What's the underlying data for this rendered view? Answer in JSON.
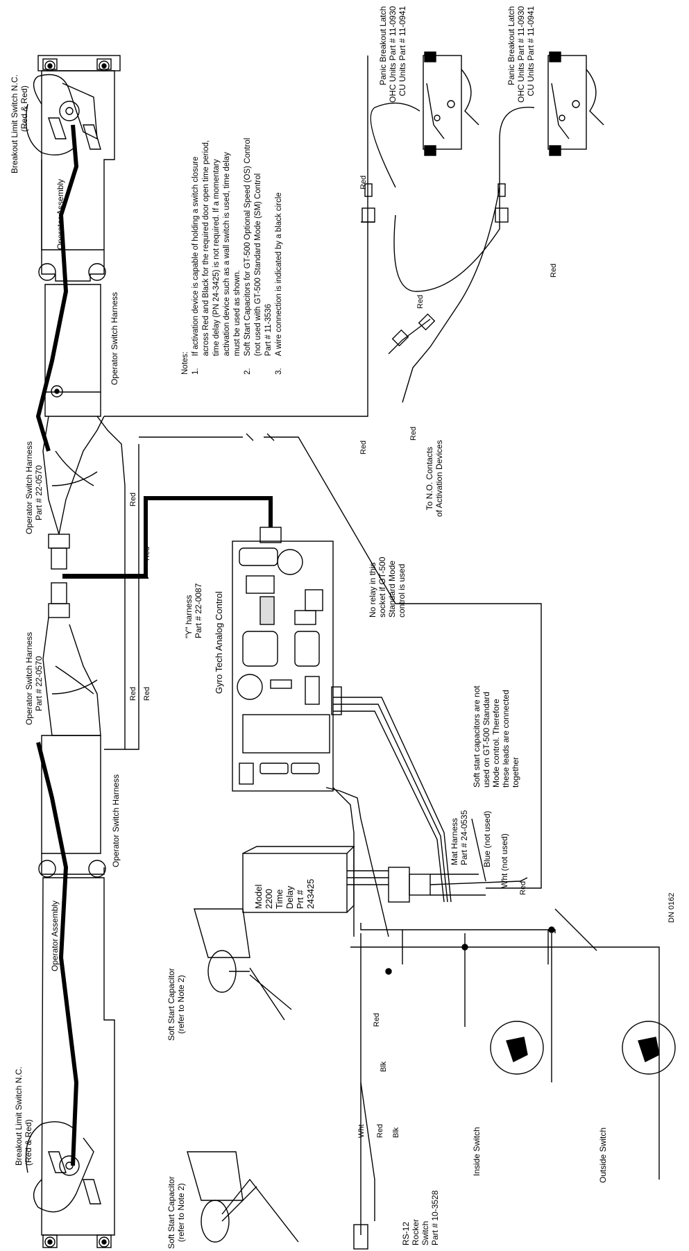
{
  "labels": {
    "breakout_limit_top": [
      "Breakout Limit Switch N.C.",
      "(Red & Red)"
    ],
    "breakout_limit_bottom": [
      "Breakout Limit Switch N.C.",
      "(Red & Red)"
    ],
    "operator_assembly": "Operator Assembly",
    "operator_switch_harness": "Operator Switch Harness",
    "operator_switch_harness_part": [
      "Operator Switch Harness",
      "Part # 22-0570"
    ],
    "y_harness": [
      "\"Y\" harness",
      "Part # 22-0087"
    ],
    "gyro_tech": "Gyro Tech  Analog Control",
    "no_relay": [
      "No relay in this",
      "socket if GT-500",
      "Standard Mode",
      "control is used"
    ],
    "soft_start_not_used": [
      "Soft start capacitors are not",
      "used on GT-500 Standard",
      "Mode control. Therefore",
      "these leads are connected",
      "together"
    ],
    "panic_latch": [
      "Panic Breakout Latch",
      "OHC Units Part # 11-0930",
      "CU Units Part # 11-0941"
    ],
    "to_no_contacts": [
      "To N.O. Contacts",
      "of Activation Devices"
    ],
    "mat_harness": [
      "Mat Harness",
      "Part # 24-0535"
    ],
    "blue_not_used": "Blue (not used)",
    "wht_not_used": "Wht (not used)",
    "time_delay": [
      "Model",
      "2200",
      "Time",
      "Delay",
      "Prt #",
      "243425"
    ],
    "soft_start_cap": [
      "Soft Start Capacitor",
      "(refer to Note 2)"
    ],
    "inside_switch": "Inside Switch",
    "outside_switch": "Outside Switch",
    "rocker": [
      "RS-12",
      "Rocker",
      "Switch",
      "Part # 10-3528"
    ],
    "dn": "DN 0162",
    "red": "Red",
    "wht": "Wht",
    "blk": "Blk"
  },
  "notes": {
    "heading": "Notes:",
    "items": [
      {
        "num": "1.",
        "lines": [
          "If activation device is capable of holding a switch closure",
          "across Red and Black for the required door open time period,",
          "time delay (PN 24-3425) is not required. If a momentary",
          "activation device such as a wall switch is used, time delay",
          "must be used as shown."
        ]
      },
      {
        "num": "2.",
        "lines": [
          "Soft Start Capacitors for GT-500 Optional Speed (OS) Control",
          "(not used with GT-500 Standard Mode (SM) Control",
          "Part # 11-3536"
        ]
      },
      {
        "num": "3.",
        "lines": [
          "A wire connection is indicated by a black circle"
        ]
      }
    ]
  }
}
